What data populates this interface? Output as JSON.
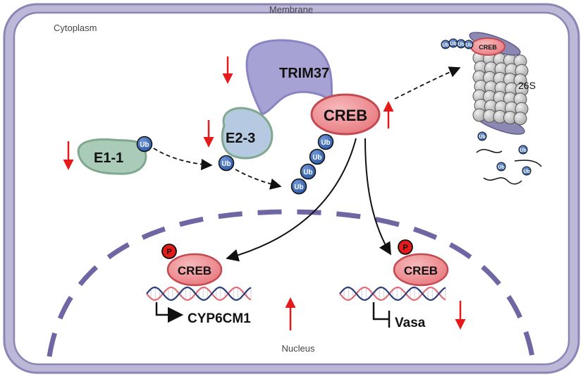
{
  "labels": {
    "membrane": "Membrane",
    "cytoplasm": "Cytoplasm",
    "nucleus": "Nucleus",
    "trim37": "TRIM37",
    "e1": "E1-1",
    "e2": "E2-3",
    "creb": "CREB",
    "proteasome": "26S",
    "phospho": "P",
    "ubiquitin": "Ub",
    "gene_up": "CYP6CM1",
    "gene_down": "Vasa"
  },
  "colors": {
    "membrane": "#8b85b5",
    "membrane_fill": "#bcb8d8",
    "nucleus_dash": "#6e67a4",
    "trim37": "#a6a2d3",
    "e1": "#a9cbb8",
    "e2": "#b5c9e0",
    "creb": "#ef8a8e",
    "ub": "#3a68b4",
    "phospho": "#e51a1a",
    "arrow_red": "#e51a1a",
    "proteasome": "#c9c9c9"
  }
}
